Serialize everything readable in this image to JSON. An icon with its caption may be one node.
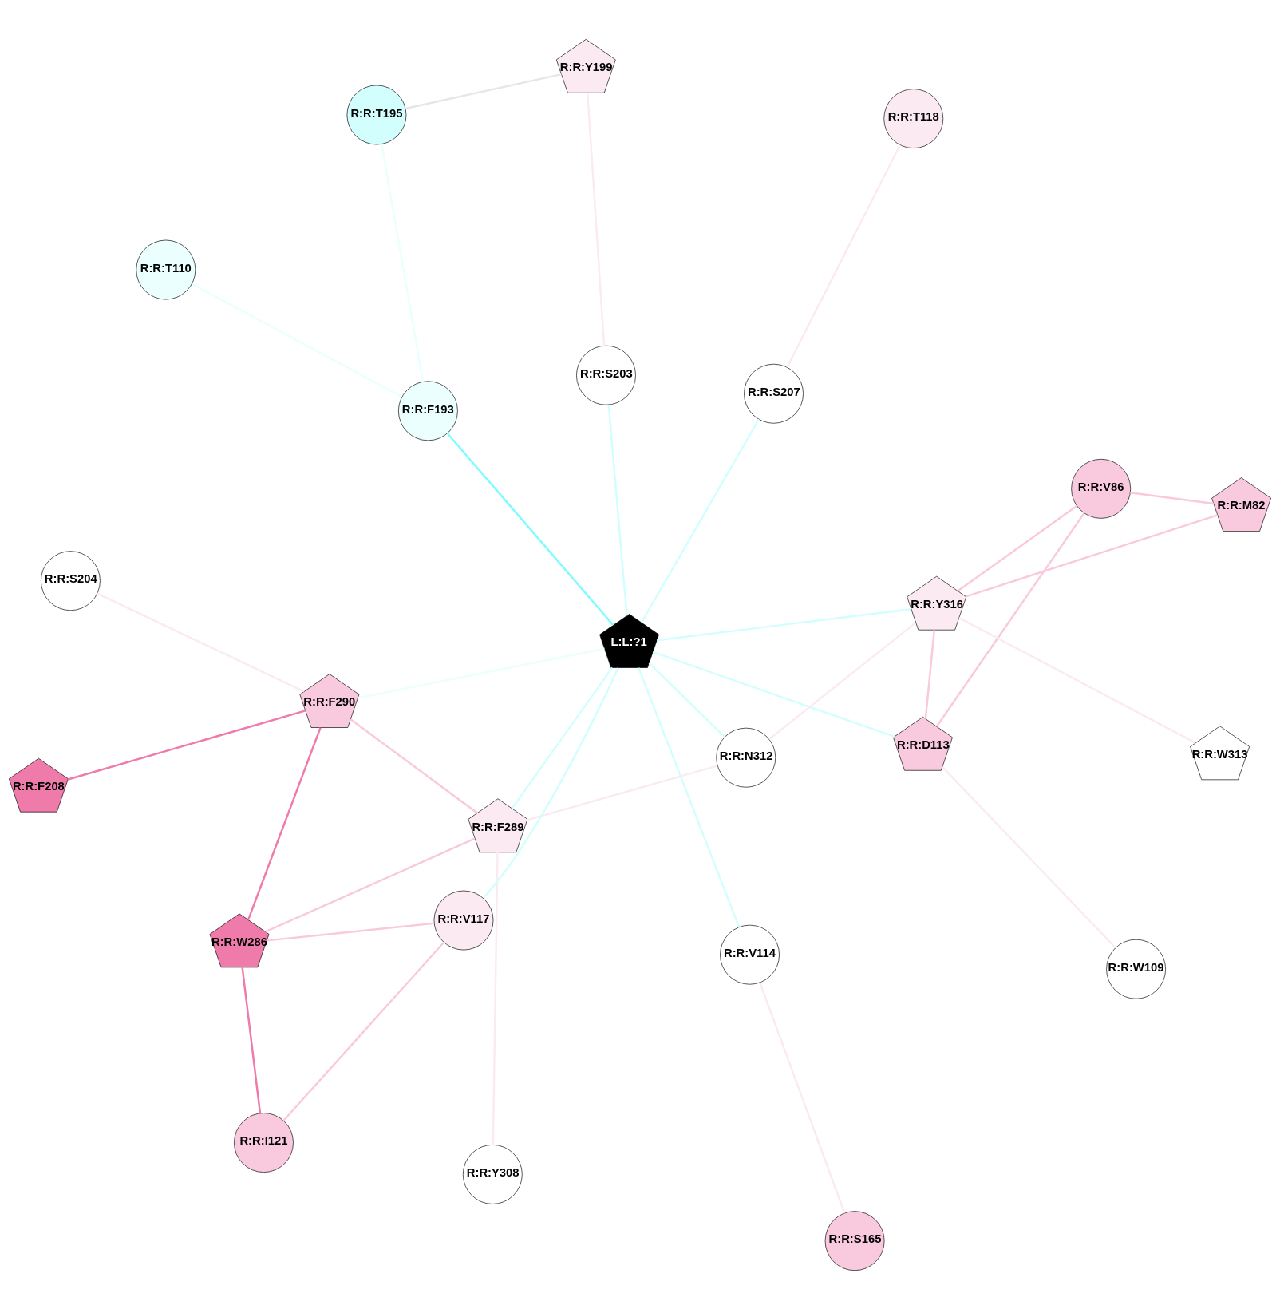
{
  "diagram": {
    "nodes": [
      {
        "text": [
          "L:L:?1"
        ]
      },
      {
        "text": [
          "R:R:M82"
        ]
      },
      {
        "text": [
          "R:R:T110"
        ]
      },
      {
        "text": [
          "R:R:V86"
        ]
      },
      {
        "text": [
          "R:R:W313"
        ]
      },
      {
        "text": [
          "R:R:D113"
        ]
      },
      {
        "text": [
          "R:R:W109"
        ]
      },
      {
        "text": [
          "R:R:Y316"
        ]
      },
      {
        "text": [
          "R:R:V114"
        ]
      },
      {
        "text": [
          "R:R:Y308"
        ]
      },
      {
        "text": [
          "R:R:N312"
        ]
      },
      {
        "text": [
          "R:R:V117"
        ]
      },
      {
        "text": [
          "R:R:S165"
        ]
      },
      {
        "text": [
          "R:R:F208"
        ]
      },
      {
        "text": [
          "R:R:F290"
        ]
      },
      {
        "text": [
          "R:R:F193"
        ]
      },
      {
        "text": [
          "R:R:I121"
        ]
      },
      {
        "text": [
          "R:R:F289"
        ]
      },
      {
        "text": [
          "R:R:S203"
        ]
      },
      {
        "text": [
          "R:R:S207"
        ]
      },
      {
        "text": [
          "R:R:S204"
        ]
      },
      {
        "text": [
          "R:R:W286"
        ]
      },
      {
        "text": [
          "R:R:Y199"
        ]
      },
      {
        "text": [
          "R:R:T118"
        ]
      },
      {
        "text": [
          "R:R:T195"
        ]
      }
    ],
    "edges": [
      {
        "from": 1,
        "to": 3,
        "arrow": "none",
        "color": "#f9c9de"
      },
      {
        "from": 1,
        "to": 7,
        "arrow": "none",
        "color": "#f9c9de"
      },
      {
        "from": 3,
        "to": 7,
        "arrow": "none",
        "color": "#f9c9de"
      },
      {
        "from": 3,
        "to": 5,
        "arrow": "none",
        "color": "#f9c9de"
      },
      {
        "from": 5,
        "to": 7,
        "arrow": "none",
        "color": "#f9c9de"
      },
      {
        "from": 5,
        "to": 6,
        "arrow": "none",
        "color": "#fbeaf2"
      },
      {
        "from": 4,
        "to": 7,
        "arrow": "none",
        "color": "#fbeaf2"
      },
      {
        "from": 2,
        "to": 15,
        "arrow": "none",
        "color": "#eafffe"
      },
      {
        "from": 5,
        "to": 0,
        "arrow": "none",
        "color": "#d2fffe"
      },
      {
        "from": 7,
        "to": 0,
        "arrow": "none",
        "color": "#d2fffe"
      },
      {
        "from": 8,
        "to": 0,
        "arrow": "none",
        "color": "#d2fffe"
      },
      {
        "from": 8,
        "to": 12,
        "arrow": "none",
        "color": "#fbeaf2"
      },
      {
        "from": 7,
        "to": 10,
        "arrow": "none",
        "color": "#fbeaf2"
      },
      {
        "from": 10,
        "to": 17,
        "arrow": "none",
        "color": "#fbeaf2"
      },
      {
        "from": 10,
        "to": 0,
        "arrow": "none",
        "color": "#d2fffe"
      },
      {
        "from": 11,
        "to": 0,
        "arrow": "none",
        "color": "#d2fffe"
      },
      {
        "from": 11,
        "to": 16,
        "arrow": "none",
        "color": "#f9c9de"
      },
      {
        "from": 11,
        "to": 21,
        "arrow": "none",
        "color": "#f9c9de"
      },
      {
        "from": 16,
        "to": 21,
        "arrow": "none",
        "color": "#ef7bab"
      },
      {
        "from": 0,
        "to": 15,
        "arrow": "none",
        "color": "#7ffcff"
      },
      {
        "from": 0,
        "to": 14,
        "arrow": "none",
        "color": "#eafffe"
      },
      {
        "from": 0,
        "to": 17,
        "arrow": "none",
        "color": "#d2fffe"
      },
      {
        "from": 0,
        "to": 19,
        "arrow": "none",
        "color": "#d2fffe"
      },
      {
        "from": 0,
        "to": 18,
        "arrow": "none",
        "color": "#d2fffe"
      },
      {
        "from": 13,
        "to": 14,
        "arrow": "none",
        "color": "#ef7bab"
      },
      {
        "from": 14,
        "to": 21,
        "arrow": "none",
        "color": "#ef7bab"
      },
      {
        "from": 14,
        "to": 17,
        "arrow": "none",
        "color": "#f9c9de"
      },
      {
        "from": 14,
        "to": 20,
        "arrow": "none",
        "color": "#fbeaf2"
      },
      {
        "from": 9,
        "to": 17,
        "arrow": "none",
        "color": "#fbeaf2"
      },
      {
        "from": 17,
        "to": 21,
        "arrow": "none",
        "color": "#f9c9de"
      },
      {
        "from": 15,
        "to": 24,
        "arrow": "none",
        "color": "#eafffe"
      },
      {
        "from": 18,
        "to": 22,
        "arrow": "none",
        "color": "#fbeaf2"
      },
      {
        "from": 19,
        "to": 23,
        "arrow": "none",
        "color": "#fbeaf2"
      },
      {
        "from": 22,
        "to": 24,
        "arrow": "none",
        "color": "#e6e6e6"
      }
    ]
  }
}
